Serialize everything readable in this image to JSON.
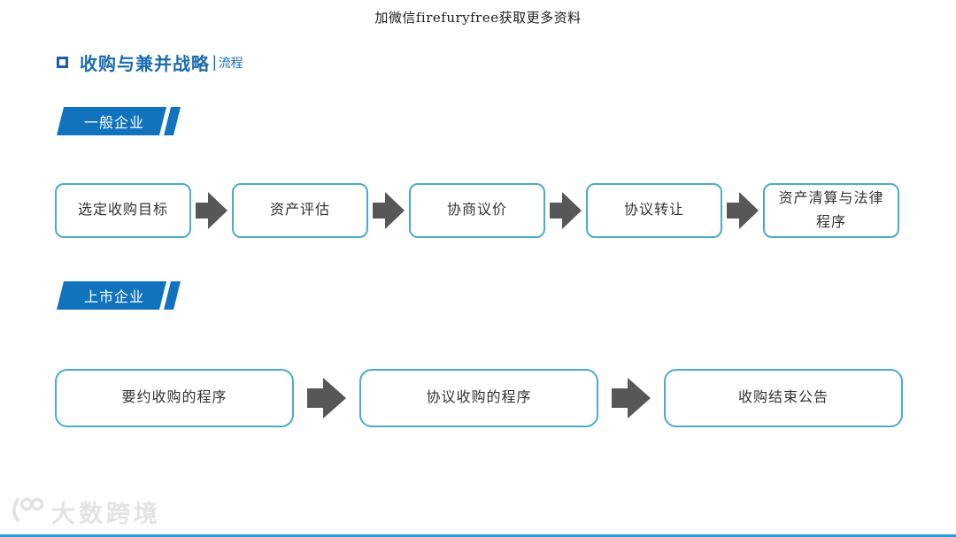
{
  "watermark_top": "加微信firefuryfree获取更多资料",
  "title": {
    "main": "收购与兼并战略",
    "divider": "|",
    "sub": "流程"
  },
  "sections": [
    {
      "label": "一般企业",
      "steps": [
        "选定收购目标",
        "资产评估",
        "协商议价",
        "协议转让",
        "资产清算与法律程序"
      ]
    },
    {
      "label": "上市企业",
      "steps": [
        "要约收购的程序",
        "协议收购的程序",
        "收购结束公告"
      ]
    }
  ],
  "brand": {
    "icon": "circles-logo",
    "text": "大数跨境"
  },
  "colors": {
    "banner_blue": "#1173be",
    "title_blue": "#1b6bad",
    "box_border_teal": "#4bacc6",
    "arrow_gray": "#575757",
    "footer_line_blue": "#2b9bd7",
    "brand_gray": "#e3e3e3"
  }
}
